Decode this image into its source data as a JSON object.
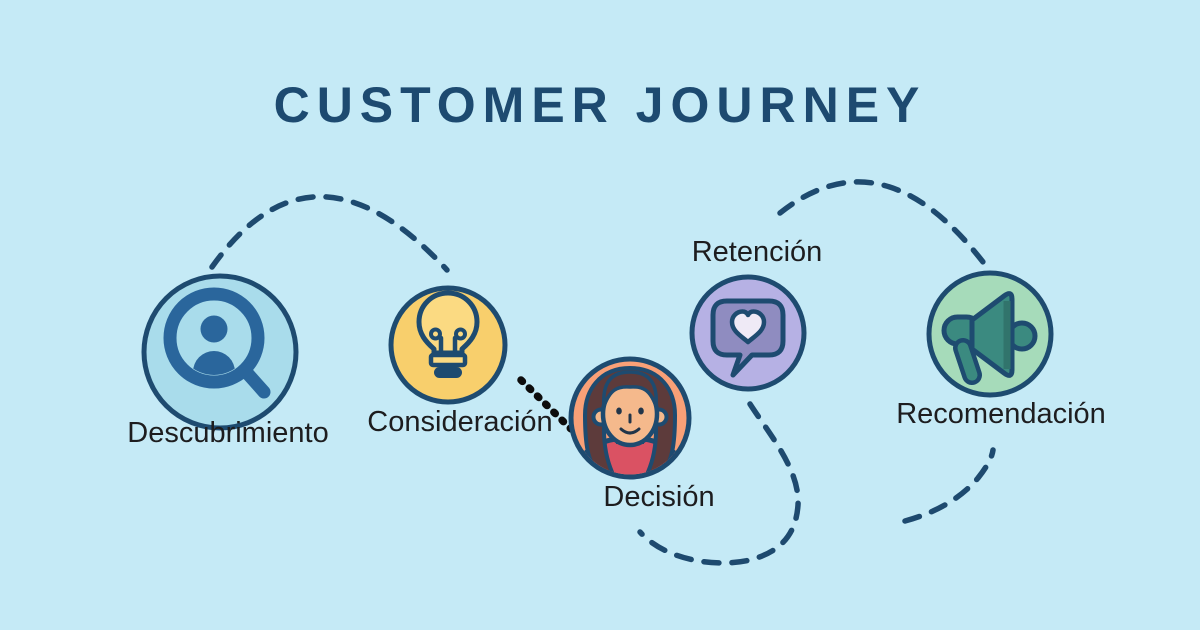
{
  "header": {
    "title": "CUSTOMER JOURNEY"
  },
  "stages": [
    {
      "label": "Descubrimiento",
      "icon": "user-search-icon",
      "circle_color": "#A9DCEB"
    },
    {
      "label": "Consideración",
      "icon": "lightbulb-icon",
      "circle_color": "#F8CF6C"
    },
    {
      "label": "Decisión",
      "icon": "customer-avatar-icon",
      "circle_color": "#F9A077"
    },
    {
      "label": "Retención",
      "icon": "heart-message-icon",
      "circle_color": "#B6B1E4"
    },
    {
      "label": "Recomendación",
      "icon": "megaphone-icon",
      "circle_color": "#A6DBBA"
    }
  ],
  "colors": {
    "background": "#C5EAF6",
    "title_navy": "#1D4A70",
    "outline_navy": "#1E4B70",
    "connector_dash": "#1E4A6F",
    "connector_dots_black": "#0D0D0D",
    "label_text": "#1D1D1F",
    "search_blue": "#2A669C",
    "bulb_yellow": "#FBDA82",
    "hair_brown": "#5D3B3B",
    "skin_peach": "#F5B98C",
    "shirt_red": "#DA5263",
    "bubble_purple": "#8F8CC0",
    "heart_white": "#EFEAF6",
    "megaphone_teal": "#3B8A80"
  }
}
